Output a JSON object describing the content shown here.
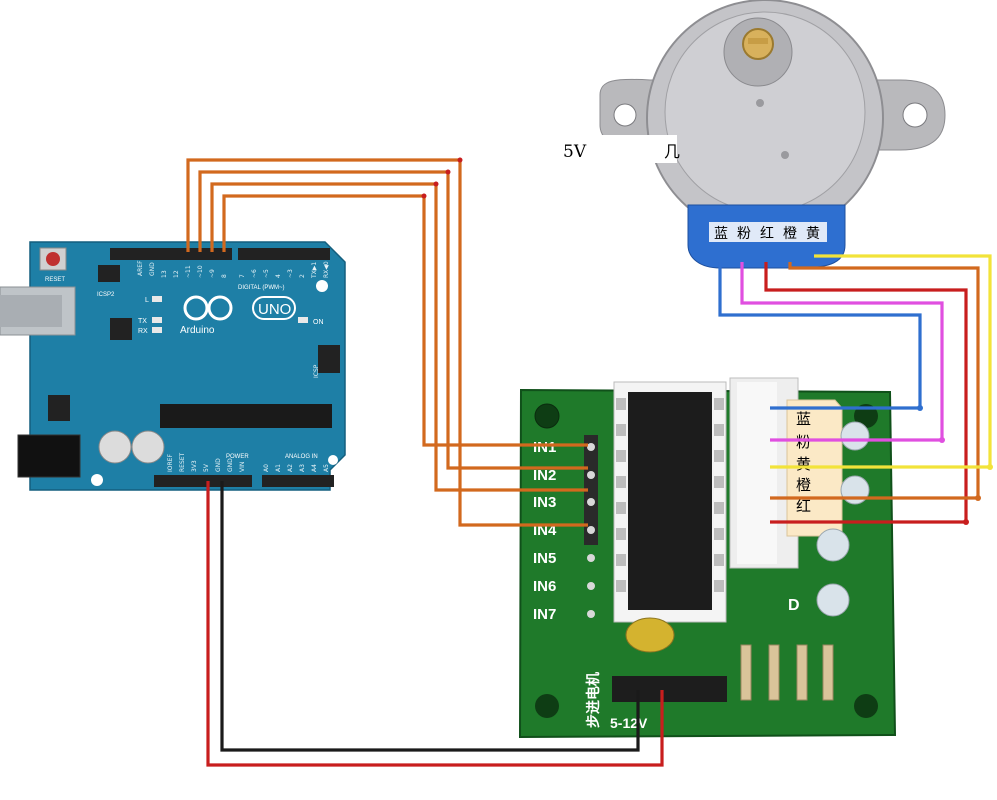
{
  "motor": {
    "label_prefix": "5V",
    "label_suffix": "几",
    "wire_colors_cn": [
      "蓝",
      "粉",
      "红",
      "橙",
      "黄"
    ]
  },
  "arduino": {
    "reset": "RESET",
    "icsp2": "ICSP2",
    "aref": "AREF",
    "gnd": "GND",
    "digital_pins": [
      "13",
      "12",
      "~11",
      "~10",
      "~9",
      "8",
      "7",
      "~6",
      "~5",
      "4",
      "~3",
      "2",
      "TX▶1",
      "RX◀0"
    ],
    "digital_label": "DIGITAL (PWM~)",
    "led_l": "L",
    "led_tx": "TX",
    "led_rx": "RX",
    "on": "ON",
    "brand": "Arduino",
    "model": "UNO",
    "icsp": "ICSP",
    "power_pins": [
      "IOREF",
      "RESET",
      "3V3",
      "5V",
      "GND",
      "GND",
      "VIN"
    ],
    "power_label": "POWER",
    "analog_label": "ANALOG IN",
    "analog_pins": [
      "A0",
      "A1",
      "A2",
      "A3",
      "A4",
      "A5"
    ]
  },
  "driver": {
    "inputs": [
      "IN1",
      "IN2",
      "IN3",
      "IN4",
      "IN5",
      "IN6",
      "IN7"
    ],
    "connector_colors_cn": [
      "蓝",
      "粉",
      "黄",
      "橙",
      "红"
    ],
    "side_label": "步进电机",
    "power_label": "5-12V",
    "d_label": "D"
  },
  "colors": {
    "orange": "#d2691e",
    "red": "#c81e1e",
    "black": "#1a1a1a",
    "blue": "#2f6fcf",
    "pink": "#e04fe0",
    "yellow": "#f2e33a",
    "board_blue": "#1f7fa3",
    "pcb_green": "#1f7a2a"
  }
}
